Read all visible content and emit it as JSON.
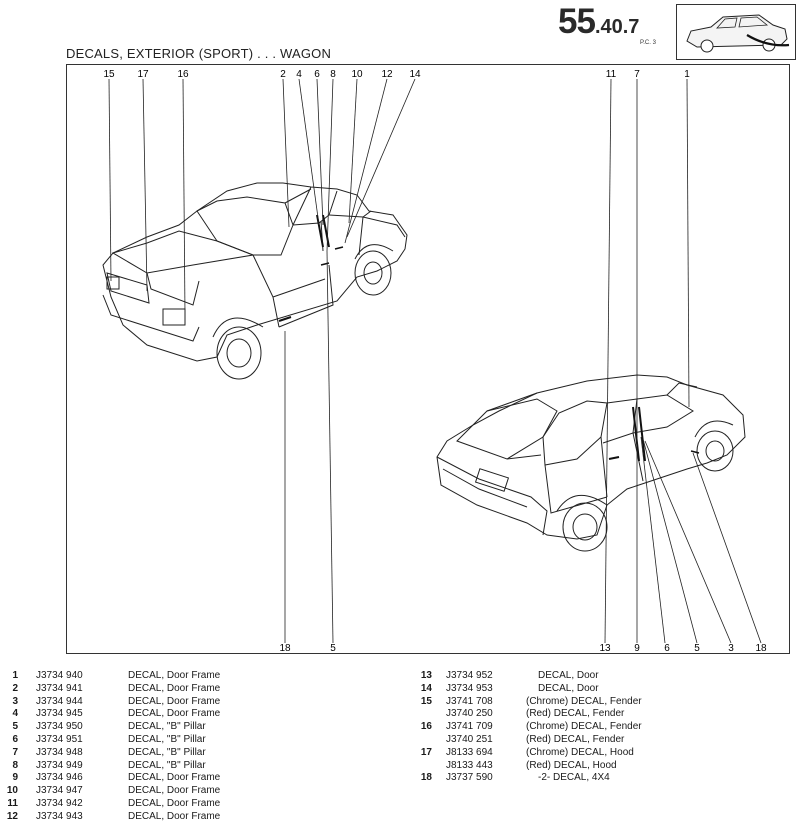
{
  "header": {
    "page_code_main": "55",
    "page_code_sub": ".40.",
    "page_code_suffix": "7",
    "pc_label": "P.C. 3",
    "title": "DECALS, EXTERIOR (SPORT) . . . WAGON"
  },
  "callouts_top_left": [
    "15",
    "17",
    "16",
    "2",
    "4",
    "6",
    "8",
    "10",
    "12",
    "14"
  ],
  "callouts_top_right": [
    "11",
    "7",
    "1"
  ],
  "callouts_bottom": [
    "18",
    "5",
    "13",
    "9",
    "6",
    "5",
    "3",
    "18"
  ],
  "parts_left": [
    {
      "num": "1",
      "part": "J3734 940",
      "desc": "DECAL, Door Frame"
    },
    {
      "num": "2",
      "part": "J3734 941",
      "desc": "DECAL, Door Frame"
    },
    {
      "num": "3",
      "part": "J3734 944",
      "desc": "DECAL, Door Frame"
    },
    {
      "num": "4",
      "part": "J3734 945",
      "desc": "DECAL, Door Frame"
    },
    {
      "num": "5",
      "part": "J3734 950",
      "desc": "DECAL, \"B\" Pillar"
    },
    {
      "num": "6",
      "part": "J3734 951",
      "desc": "DECAL, \"B\" Pillar"
    },
    {
      "num": "7",
      "part": "J3734 948",
      "desc": "DECAL, \"B\" Pillar"
    },
    {
      "num": "8",
      "part": "J3734 949",
      "desc": "DECAL, \"B\" Pillar"
    },
    {
      "num": "9",
      "part": "J3734 946",
      "desc": "DECAL, Door Frame"
    },
    {
      "num": "10",
      "part": "J3734 947",
      "desc": "DECAL, Door Frame"
    },
    {
      "num": "11",
      "part": "J3734 942",
      "desc": "DECAL, Door Frame"
    },
    {
      "num": "12",
      "part": "J3734 943",
      "desc": "DECAL, Door Frame"
    }
  ],
  "parts_right": [
    {
      "num": "13",
      "part": "J3734 952",
      "desc": "DECAL, Door"
    },
    {
      "num": "14",
      "part": "J3734 953",
      "desc": "DECAL, Door"
    },
    {
      "num": "15",
      "part": "J3741 708",
      "desc": "(Chrome)   DECAL, Fender"
    },
    {
      "num": "",
      "part": "J3740 250",
      "desc": "(Red)   DECAL, Fender"
    },
    {
      "num": "16",
      "part": "J3741 709",
      "desc": "(Chrome)   DECAL, Fender"
    },
    {
      "num": "",
      "part": "J3740 251",
      "desc": "(Red)   DECAL, Fender"
    },
    {
      "num": "17",
      "part": "J8133 694",
      "desc": "(Chrome)   DECAL, Hood"
    },
    {
      "num": "",
      "part": "J8133 443",
      "desc": "(Red)   DECAL, Hood"
    },
    {
      "num": "18",
      "part": "J3737 590",
      "desc": "-2- DECAL, 4X4"
    }
  ]
}
